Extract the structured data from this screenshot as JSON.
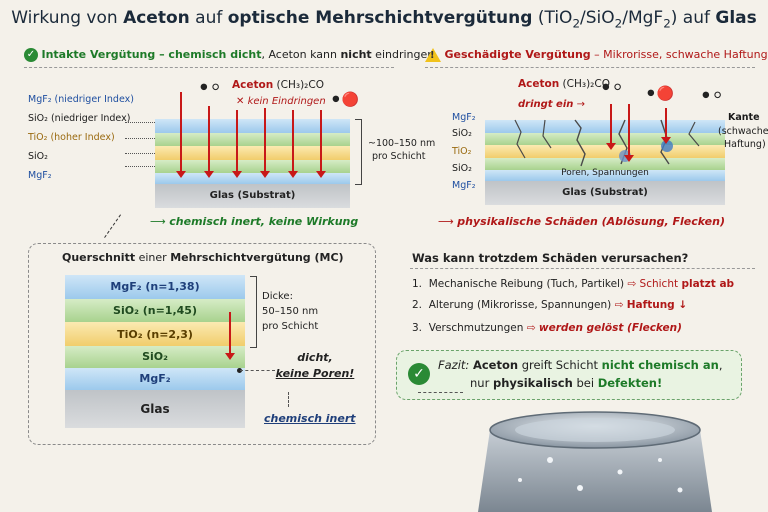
{
  "title": {
    "p1": "Wirkung von ",
    "p2": "Aceton",
    "p3": " auf ",
    "p4": "optische Mehrschichtvergütung",
    "p5": " (TiO",
    "p6": "2",
    "p7": "/SiO",
    "p8": "2",
    "p9": "/MgF",
    "p10": "2",
    "p11": ") auf ",
    "p12": "Glas"
  },
  "left_panel": {
    "header_a": "Intakte Vergütung",
    "header_b": " – chemisch dicht",
    "header_c": ", Aceton kann ",
    "header_d": "nicht",
    "header_e": " eindringen",
    "aceton": "Aceton",
    "formula": "(CH₃)₂CO",
    "no_entry": "kein Eindringen",
    "layers": [
      "MgF₂ (niedriger Index)",
      "SiO₂ (niedriger Index)",
      "TiO₂ (hoher Index)",
      "SiO₂",
      "MgF₂"
    ],
    "thickness_1": "~100–150 nm",
    "thickness_2": "pro Schicht",
    "substrate": "Glas (Substrat)",
    "footer": "chemisch inert, keine Wirkung"
  },
  "right_panel": {
    "header_a": "Geschädigte Vergütung",
    "header_b": " – Mikrorisse, schwache Haftung",
    "aceton": "Aceton",
    "formula": "(CH₃)₂CO",
    "dringt": "dringt ein",
    "layers": [
      "MgF₂",
      "SiO₂",
      "TiO₂",
      "SiO₂",
      "MgF₂"
    ],
    "kante_1": "Kante",
    "kante_2": "(schwache",
    "kante_3": "Haftung)",
    "pores": "Poren, Spannungen",
    "substrate": "Glas (Substrat)",
    "footer": "physikalische Schäden (Ablösung, Flecken)"
  },
  "cross_section": {
    "title_a": "Querschnitt",
    "title_b": " einer ",
    "title_c": "Mehrschichtvergütung (MC)",
    "layers": [
      "MgF₂ (n=1,38)",
      "SiO₂ (n=1,45)",
      "TiO₂ (n=2,3)",
      "SiO₂",
      "MgF₂"
    ],
    "glass": "Glas",
    "dicke_1": "Dicke:",
    "dicke_2": "50–150 nm",
    "dicke_3": "pro Schicht",
    "dicht_1": "dicht,",
    "dicht_2": "keine Poren!",
    "inert": "chemisch inert"
  },
  "causes": {
    "question": "Was kann trotzdem Schäden verursachen?",
    "items": [
      {
        "n": "1.",
        "text": "Mechanische Reibung (Tuch, Partikel)",
        "res_a": "Schicht ",
        "res_b": "platzt ab"
      },
      {
        "n": "2.",
        "text": "Alterung (Mikrorisse, Spannungen)",
        "res_a": "",
        "res_b": "Haftung ↓"
      },
      {
        "n": "3.",
        "text": "Verschmutzungen",
        "res_a": "",
        "res_b": "werden gelöst (Flecken)"
      }
    ]
  },
  "fazit": {
    "a": "Fazit: ",
    "b": "Aceton",
    "c": " greift Schicht ",
    "d": "nicht chemisch an",
    "e": ",",
    "f": "nur ",
    "g": "physikalisch",
    "h": " bei ",
    "i": "Defekten!"
  },
  "colors": {
    "blue_layer": "#a9d3f0",
    "green_layer": "#b6d99c",
    "yellow_layer": "#f3d27a",
    "accent_red": "#c81818",
    "accent_green": "#2a8a35"
  }
}
